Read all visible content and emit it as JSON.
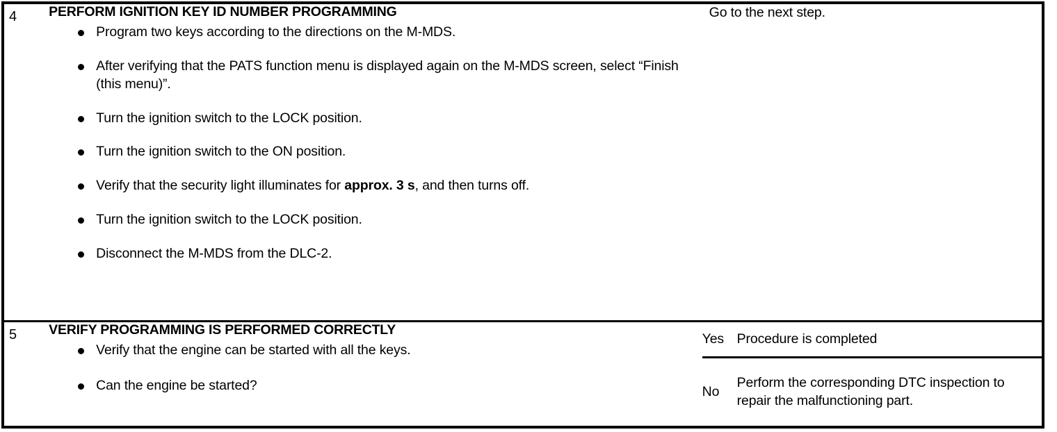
{
  "document": {
    "type": "diagnostic-procedure-table",
    "ink_color": "#000000",
    "page_color": "#ffffff"
  },
  "table": {
    "rows": [
      {
        "step": "4",
        "title": "PERFORM IGNITION KEY ID NUMBER PROGRAMMING",
        "bullets": [
          {
            "pre": "Program two keys according to the directions on the M-MDS.",
            "bold": "",
            "post": ""
          },
          {
            "pre": "After verifying that the PATS function menu is displayed again on the M-MDS screen, select “Finish (this menu)”.",
            "bold": "",
            "post": ""
          },
          {
            "pre": "Turn the ignition switch to the LOCK position.",
            "bold": "",
            "post": ""
          },
          {
            "pre": "Turn the ignition switch to the ON position.",
            "bold": "",
            "post": ""
          },
          {
            "pre": "Verify that the security light illuminates for ",
            "bold": "approx. 3 s",
            "post": ", and then turns off."
          },
          {
            "pre": "Turn the ignition switch to the LOCK position.",
            "bold": "",
            "post": ""
          },
          {
            "pre": "Disconnect the M-MDS from the DLC-2.",
            "bold": "",
            "post": ""
          }
        ],
        "result_kind": "plain",
        "result_text": "Go to the next step."
      },
      {
        "step": "5",
        "title": "VERIFY PROGRAMMING IS PERFORMED CORRECTLY",
        "bullets": [
          {
            "pre": "Verify that the engine can be started with all the keys.",
            "bold": "",
            "post": ""
          },
          {
            "pre": "Can the engine be started?",
            "bold": "",
            "post": ""
          }
        ],
        "result_kind": "yesno",
        "yes_label": "Yes",
        "yes_text": "Procedure is completed",
        "no_label": "No",
        "no_text": "Perform the corresponding DTC inspection to repair the malfunctioning part."
      }
    ]
  }
}
